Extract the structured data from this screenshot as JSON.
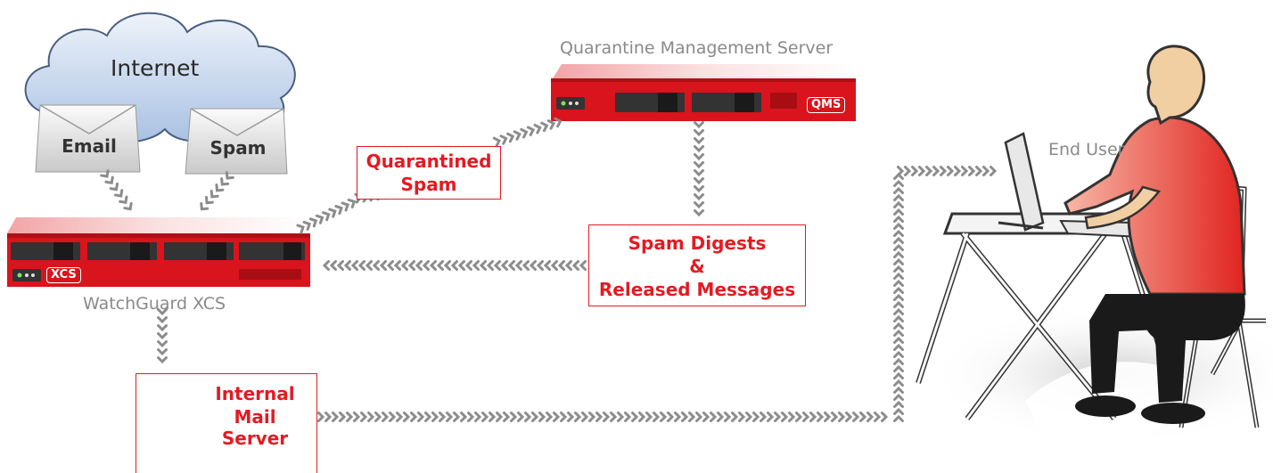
{
  "internet": {
    "label": "Internet"
  },
  "envelopes": {
    "email": "Email",
    "spam": "Spam"
  },
  "xcs": {
    "caption": "WatchGuard XCS",
    "badge": "XCS"
  },
  "qms": {
    "caption": "Quarantine Management Server",
    "badge": "QMS"
  },
  "boxes": {
    "quarantined_line1": "Quarantined",
    "quarantined_line2": "Spam",
    "digests_line1": "Spam Digests",
    "digests_line2": "&",
    "digests_line3": "Released Messages",
    "mail_line1": "Internal",
    "mail_line2": "Mail Server"
  },
  "end_user": {
    "label": "End User"
  },
  "colors": {
    "accent_red": "#e31b23",
    "device_red": "#d9141c",
    "arrow_gray": "#8c8c8c",
    "cloud_blue": "#c9d9ee"
  }
}
